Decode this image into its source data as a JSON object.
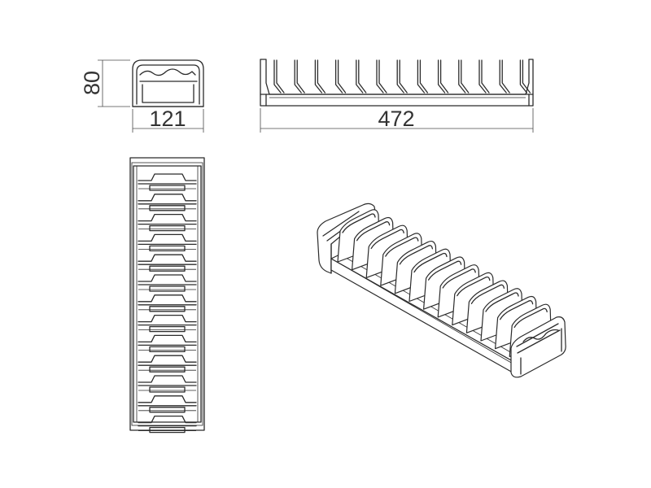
{
  "dimensions": {
    "height": "80",
    "width": "121",
    "length": "472"
  },
  "views": {
    "slot_count": 13
  }
}
